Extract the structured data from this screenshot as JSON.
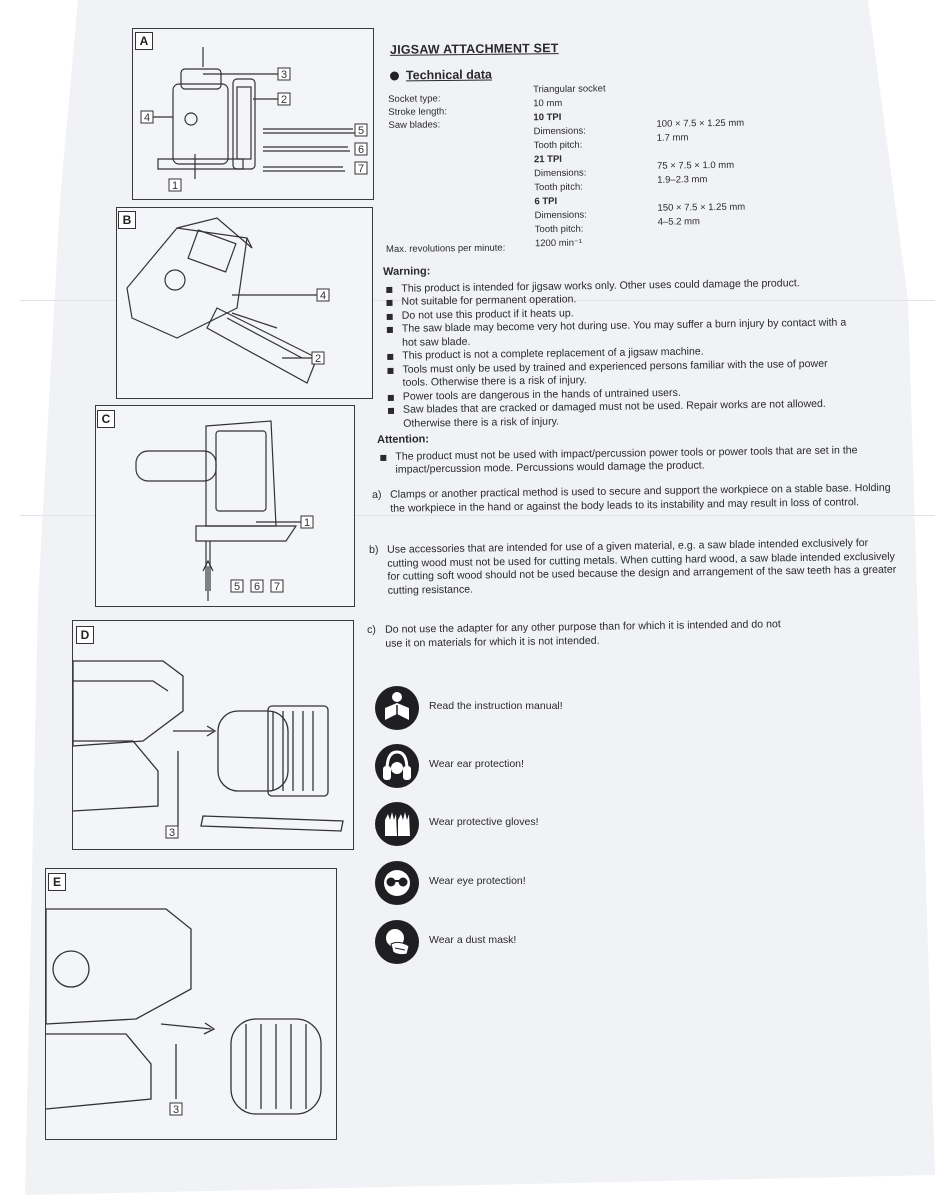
{
  "document": {
    "title": "JIGSAW ATTACHMENT SET",
    "section_title": "Technical data",
    "specs": {
      "socket_type_label": "Socket type:",
      "socket_type_value": "Triangular socket",
      "stroke_length_label": "Stroke length:",
      "stroke_length_value": "10 mm",
      "saw_blades_label": "Saw blades:",
      "blades": [
        {
          "tpi": "10 TPI",
          "dim_label": "Dimensions:",
          "dim_value": "100 × 7.5 × 1.25 mm",
          "pitch_label": "Tooth pitch:",
          "pitch_value": "1.7 mm"
        },
        {
          "tpi": "21 TPI",
          "dim_label": "Dimensions:",
          "dim_value": "75 × 7.5 × 1.0 mm",
          "pitch_label": "Tooth pitch:",
          "pitch_value": "1.9–2.3 mm"
        },
        {
          "tpi": "6 TPI",
          "dim_label": "Dimensions:",
          "dim_value": "150 × 7.5 × 1.25 mm",
          "pitch_label": "Tooth pitch:",
          "pitch_value": "4–5.2 mm"
        }
      ],
      "max_rev_label": "Max. revolutions per minute:",
      "max_rev_value": "1200 min⁻¹"
    },
    "warning": {
      "heading": "Warning:",
      "items": [
        "This product is intended for jigsaw works only. Other uses could damage the product.",
        "Not suitable for permanent operation.",
        "Do not use this product if it heats up.",
        "The saw blade may become very hot during use. You may suffer a burn injury by contact with a hot saw blade.",
        "This product is not a complete replacement of a jigsaw machine.",
        "Tools must only be used by trained and experienced persons familiar with the use of power tools. Otherwise there is a risk of injury.",
        "Power tools are dangerous in the hands of untrained users.",
        "Saw blades that are cracked or damaged must not be used. Repair works are not allowed. Otherwise there is a risk of injury."
      ]
    },
    "attention": {
      "heading": "Attention:",
      "item": "The product must not be used with impact/percussion power tools or power tools that are set in the impact/percussion mode. Percussions would damage the product."
    },
    "lettered": [
      {
        "mark": "a)",
        "text": "Clamps or another practical method is used to secure and support the workpiece on a stable base. Holding the workpiece in the hand or against the body leads to its instability and may result in loss of control."
      },
      {
        "mark": "b)",
        "text": "Use accessories that are intended for use of a given material, e.g. a saw blade intended exclusively for cutting wood must not be used for cutting metals. When cutting hard wood, a saw blade intended exclusively for cutting soft wood should not be used because the design and arrangement of the saw teeth has a greater cutting resistance."
      },
      {
        "mark": "c)",
        "text": "Do not use the adapter for any other purpose than for which it is intended and do not use it on materials for which it is not intended."
      }
    ],
    "safety_icons": [
      {
        "icon": "manual-icon",
        "label": "Read the instruction manual!"
      },
      {
        "icon": "ear-protection-icon",
        "label": "Wear ear protection!"
      },
      {
        "icon": "gloves-icon",
        "label": "Wear protective gloves!"
      },
      {
        "icon": "eye-protection-icon",
        "label": "Wear eye protection!"
      },
      {
        "icon": "dust-mask-icon",
        "label": "Wear a dust mask!"
      }
    ]
  },
  "figures": {
    "panels": [
      "A",
      "B",
      "C",
      "D",
      "E"
    ],
    "panel_a_callouts": [
      "3",
      "2",
      "4",
      "5",
      "6",
      "7",
      "1"
    ],
    "panel_b_callouts": [
      "4",
      "2"
    ],
    "panel_c_callouts": [
      "1",
      "5",
      "6",
      "7"
    ],
    "panel_d_callouts": [
      "3"
    ],
    "panel_e_callouts": [
      "3"
    ]
  },
  "colors": {
    "paper": "#f1f2f6",
    "ink": "#2a2a2e",
    "line": "#3a3a3e"
  }
}
